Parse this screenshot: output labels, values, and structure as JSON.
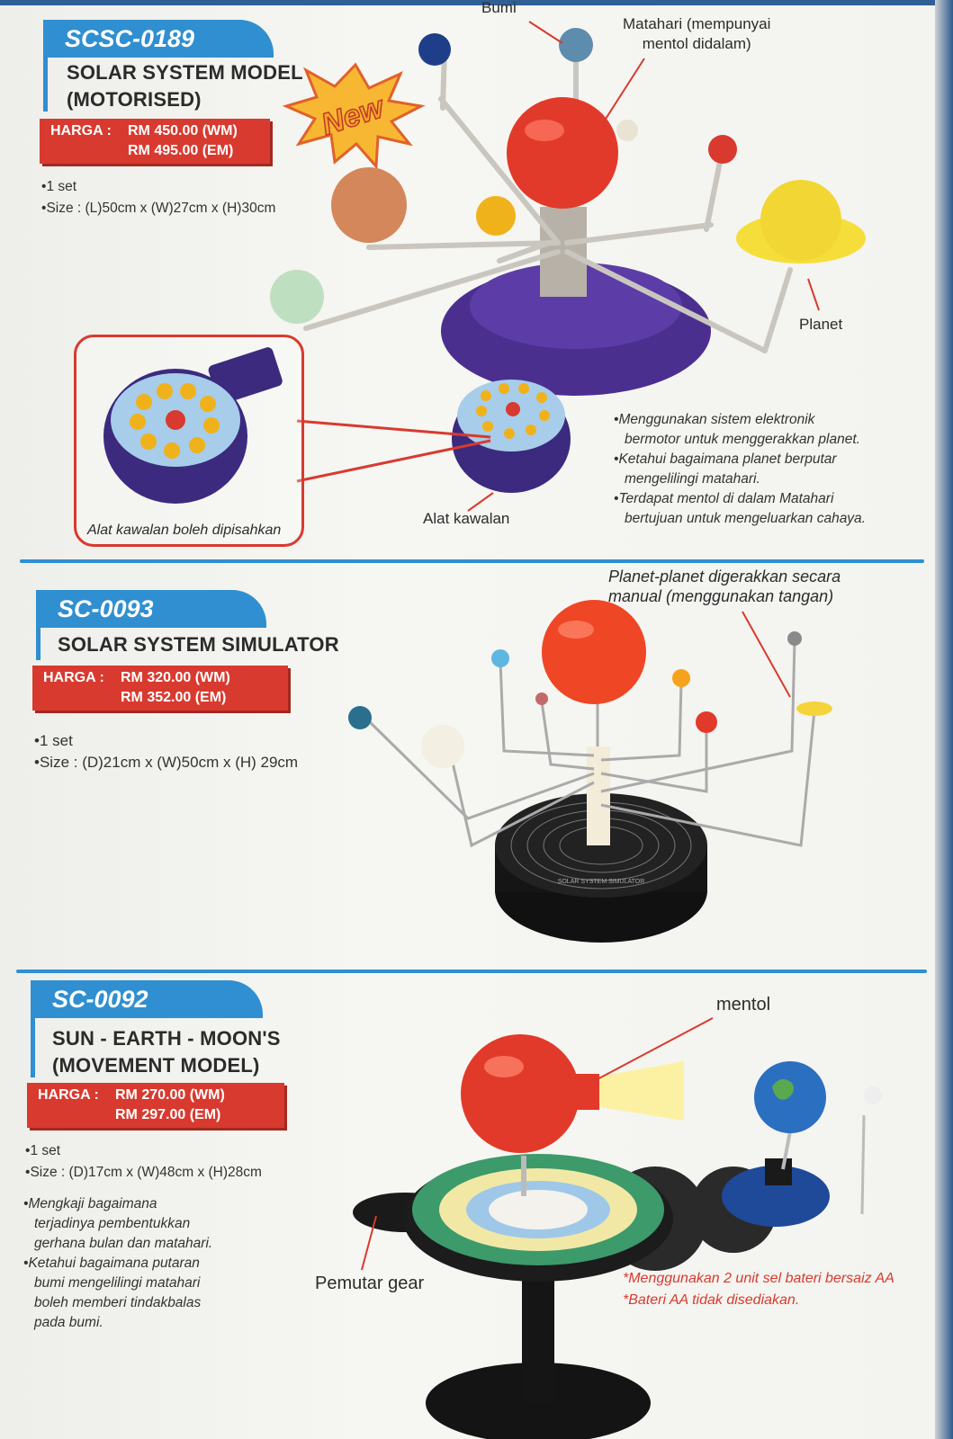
{
  "products": [
    {
      "code": "SCSC-0189",
      "title_lines": [
        "SOLAR SYSTEM MODEL",
        "(MOTORISED)"
      ],
      "price_label": "HARGA :",
      "prices": [
        "RM 450.00 (WM)",
        "RM 495.00 (EM)"
      ],
      "specs": [
        "1 set",
        "Size : (L)50cm x (W)27cm x (H)30cm"
      ],
      "badge": "New",
      "callouts": {
        "bumi": "Bumi",
        "matahari": [
          "Matahari (mempunyai",
          "mentol didalam)"
        ],
        "planet": "Planet",
        "alat_kawalan": "Alat kawalan",
        "inset_caption": "Alat kawalan boleh dipisahkan"
      },
      "features": [
        [
          "Menggunakan sistem elektronik",
          "bermotor untuk menggerakkan planet."
        ],
        [
          "Ketahui bagaimana planet berputar",
          "mengelilingi matahari."
        ],
        [
          "Terdapat mentol di dalam Matahari",
          "bertujuan untuk mengeluarkan cahaya."
        ]
      ]
    },
    {
      "code": "SC-0093",
      "title_lines": [
        "SOLAR SYSTEM SIMULATOR"
      ],
      "price_label": "HARGA :",
      "prices": [
        "RM 320.00 (WM)",
        "RM 352.00 (EM)"
      ],
      "specs": [
        "1 set",
        "Size : (D)21cm x (W)50cm x (H) 29cm"
      ],
      "callouts": {
        "manual": [
          "Planet-planet digerakkan secara",
          "manual (menggunakan tangan)"
        ],
        "base_text": "SOLAR SYSTEM SIMULATOR"
      }
    },
    {
      "code": "SC-0092",
      "title_lines": [
        "SUN - EARTH - MOON'S",
        "(MOVEMENT MODEL)"
      ],
      "price_label": "HARGA :",
      "prices": [
        "RM 270.00 (WM)",
        "RM 297.00 (EM)"
      ],
      "specs": [
        "1 set",
        "Size : (D)17cm x (W)48cm x (H)28cm"
      ],
      "features": [
        [
          "Mengkaji bagaimana",
          "terjadinya pembentukkan",
          "gerhana bulan dan matahari."
        ],
        [
          "Ketahui bagaimana putaran",
          "bumi mengelilingi matahari",
          "boleh memberi tindakbalas",
          "pada bumi."
        ]
      ],
      "callouts": {
        "mentol": "mentol",
        "pemutar": "Pemutar gear"
      },
      "notes": [
        "*Menggunakan 2 unit sel bateri bersaiz AA",
        "*Bateri AA tidak disediakan."
      ]
    }
  ],
  "colors": {
    "accent_blue": "#2f8fd0",
    "price_red": "#d83a2f",
    "base_purple": "#4b2f8f"
  }
}
